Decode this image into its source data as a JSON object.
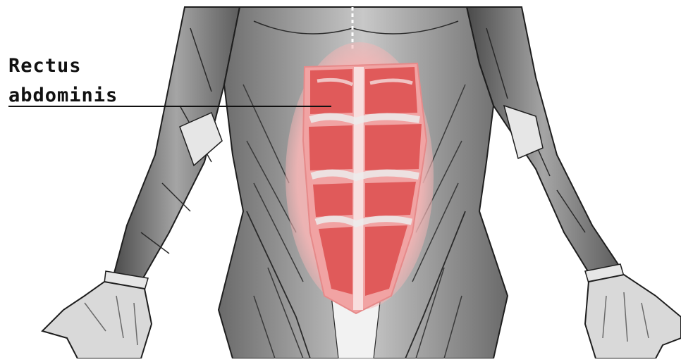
{
  "label": {
    "line1": "Rectus",
    "line2": "abdominis"
  },
  "colors": {
    "background": "#ffffff",
    "muscle_gray": "#8c8c8c",
    "muscle_dark": "#5a5a5a",
    "tendon": "#e6e6e6",
    "outline": "#1e1e1e",
    "highlight_red": "#e05a5a",
    "highlight_glow": "#f4b5b5"
  },
  "icons": {
    "figure": "anatomical-torso-illustration"
  }
}
